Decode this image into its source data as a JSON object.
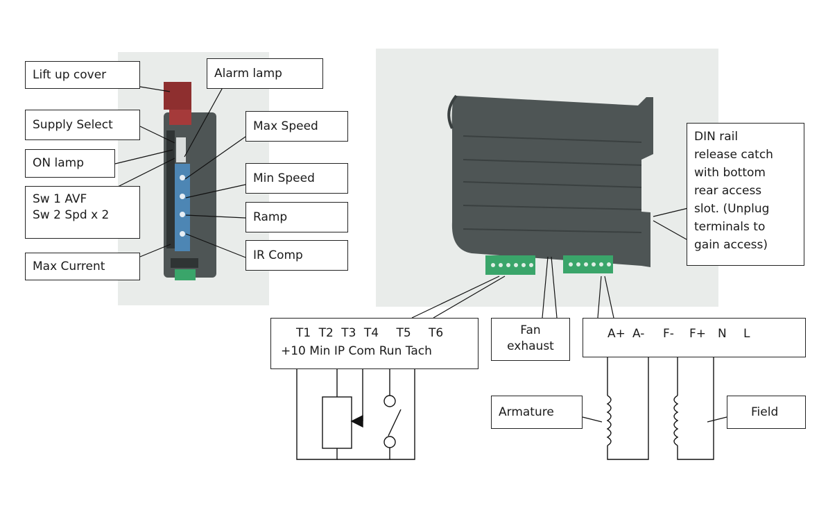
{
  "colors": {
    "photo_background": "#e9ecea",
    "enclosure": "#4e5555",
    "terminal_green": "#3aa56a",
    "module_blue": "#4d86b4",
    "cover_red": "#a53a3a"
  },
  "callouts_left": {
    "lift_up_cover": "Lift up cover",
    "supply_select": "Supply Select",
    "on_lamp": "ON lamp",
    "sw1": "Sw 1 AVF",
    "sw2": "Sw 2 Spd x 2",
    "max_current": "Max Current",
    "alarm_lamp": "Alarm lamp",
    "max_speed": "Max Speed",
    "min_speed": "Min Speed",
    "ramp": "Ramp",
    "ir_comp": "IR Comp"
  },
  "callouts_right": {
    "din_rail_lines": [
      "DIN rail",
      "release catch",
      "with bottom",
      "rear access",
      "slot. (Unplug",
      "terminals to",
      "gain access)"
    ],
    "fan_exhaust_lines": [
      "Fan",
      "exhaust"
    ]
  },
  "control_terminals": {
    "numbers": [
      "T1",
      "T2",
      "T3",
      "T4",
      "T5",
      "T6"
    ],
    "functions": "+10 Min IP Com Run Tach"
  },
  "power_terminals": {
    "labels": [
      "A+",
      "A-",
      "F-",
      "F+",
      "N",
      "L"
    ]
  },
  "wiring": {
    "armature": "Armature",
    "field": "Field"
  }
}
